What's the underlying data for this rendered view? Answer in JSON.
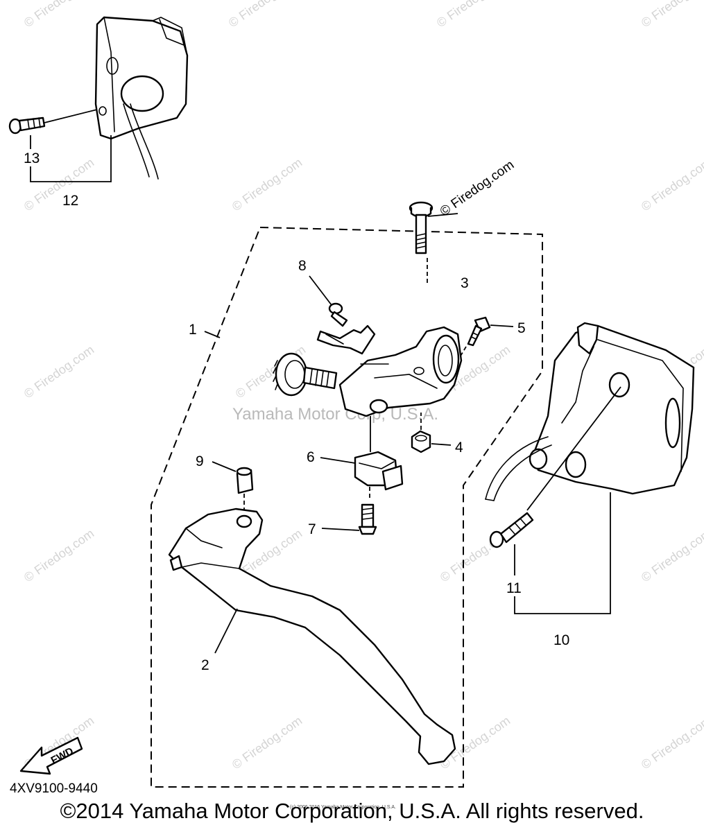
{
  "diagram": {
    "watermark_text": "© Firedog.com",
    "center_watermark": "Yamaha Motor Corp, U.S.A.",
    "small_notice": "(c) 2006 2016 Yamaha Motor Corporation, U.S.A.",
    "fwd_label": "FWD",
    "part_number": "4XV9100-9440",
    "copyright": "©2014 Yamaha Motor Corporation, U.S.A. All rights reserved.",
    "callouts": [
      "1",
      "2",
      "3",
      "4",
      "5",
      "6",
      "7",
      "8",
      "9",
      "10",
      "11",
      "12",
      "13"
    ]
  }
}
